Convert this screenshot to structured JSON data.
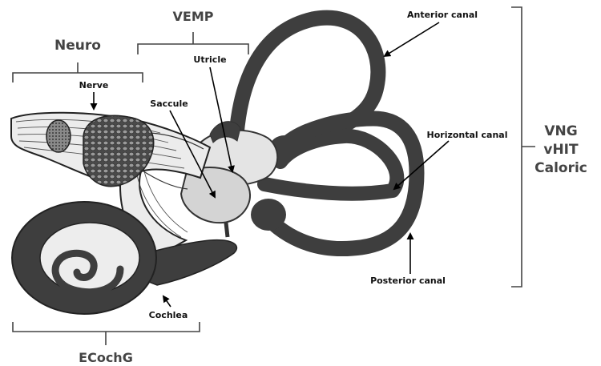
{
  "groups": {
    "neuro": "Neuro",
    "vemp": "VEMP",
    "ecochg": "ECochG",
    "vng": "VNG",
    "vhit": "vHIT",
    "caloric": "Caloric"
  },
  "structures": {
    "nerve": "Nerve",
    "utricle": "Utricle",
    "saccule": "Saccule",
    "anterior_canal": "Anterior canal",
    "horizontal_canal": "Horizontal canal",
    "posterior_canal": "Posterior canal",
    "cochlea": "Cochlea"
  },
  "colors": {
    "dark_fill": "#3e3e3e",
    "nerve_fill": "#ececec",
    "vestibule_fill": "#e4e4e4",
    "label_text": "#444444"
  }
}
